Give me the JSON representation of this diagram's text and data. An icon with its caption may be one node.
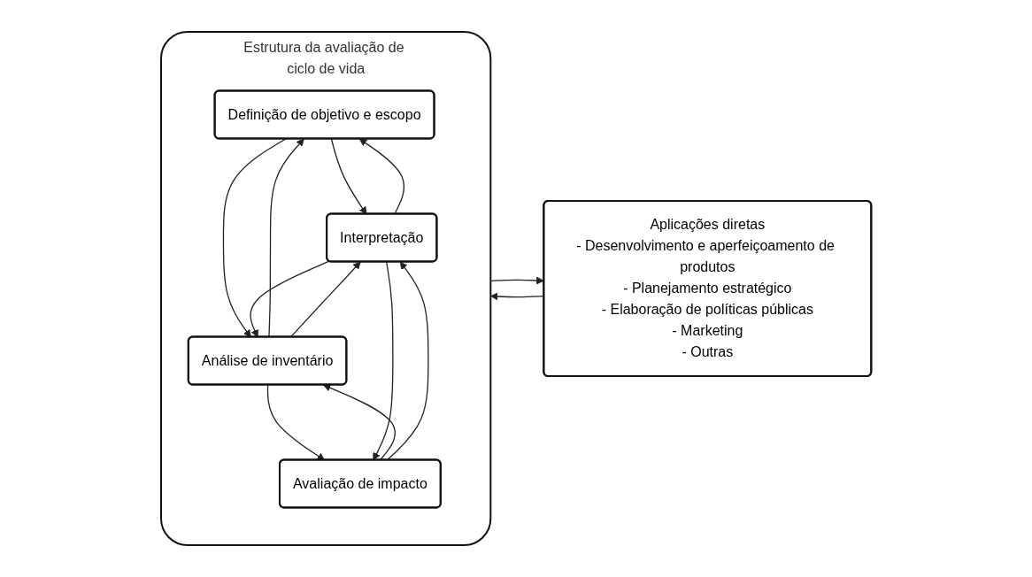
{
  "diagram": {
    "nodes": [
      {
        "text": [
          "Estrutura da avaliação de ciclo de vida"
        ]
      },
      {
        "text": [
          "Definição de objetivo e escopo"
        ],
        "in": 0
      },
      {
        "text": [
          "Análise de inventário"
        ],
        "in": 0
      },
      {
        "text": [
          "Avaliação de impacto"
        ],
        "in": 0
      },
      {
        "text": [
          "Interpretação"
        ],
        "in": 0
      },
      {
        "text": [
          "Aplicações diretas",
          "- Desenvolvimento e aperfeiçoamento de produtos",
          "- Planejamento estratégico",
          "- Elaboração de políticas públicas",
          "- Marketing",
          "- Outras"
        ]
      }
    ],
    "edges": [
      {
        "from": 1,
        "to": 4,
        "arrow": "to"
      },
      {
        "from": 4,
        "to": 1,
        "arrow": "to"
      },
      {
        "from": 1,
        "to": 2,
        "arrow": "to"
      },
      {
        "from": 2,
        "to": 1,
        "arrow": "to"
      },
      {
        "from": 2,
        "to": 4,
        "arrow": "to"
      },
      {
        "from": 4,
        "to": 2,
        "arrow": "to"
      },
      {
        "from": 2,
        "to": 3,
        "arrow": "to"
      },
      {
        "from": 3,
        "to": 2,
        "arrow": "to"
      },
      {
        "from": 3,
        "to": 4,
        "arrow": "to"
      },
      {
        "from": 4,
        "to": 3,
        "arrow": "to"
      },
      {
        "from": 0,
        "to": 5,
        "arrow": "to"
      },
      {
        "from": 5,
        "to": 0,
        "arrow": "to"
      }
    ]
  }
}
